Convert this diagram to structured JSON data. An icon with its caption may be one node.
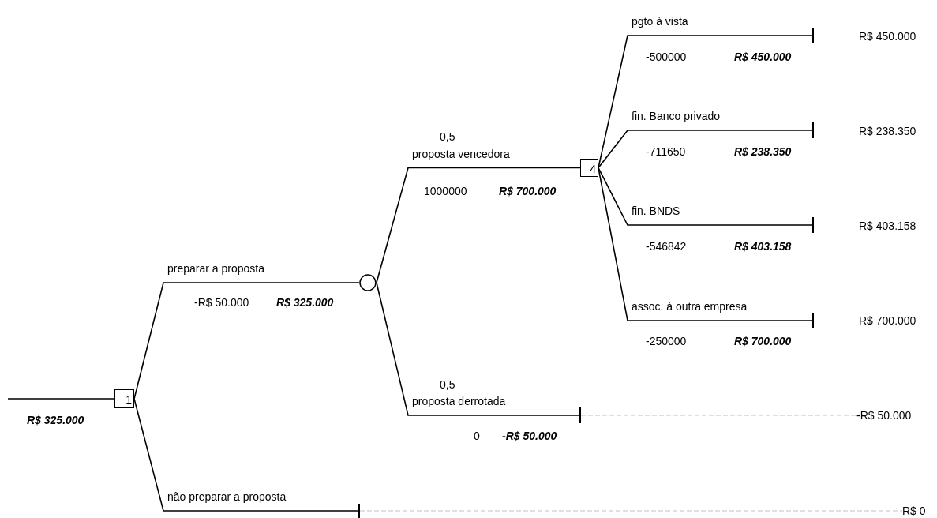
{
  "diagram": {
    "nodes": [
      {
        "text": [
          "1"
        ]
      },
      {
        "text": [],
        "shape": "circle"
      },
      {
        "text": [],
        "shape": "bar"
      },
      {
        "text": [
          "4"
        ]
      },
      {
        "text": [],
        "shape": "bar"
      },
      {
        "text": [],
        "shape": "bar"
      },
      {
        "text": [],
        "shape": "bar"
      },
      {
        "text": [],
        "shape": "bar"
      },
      {
        "text": [],
        "shape": "bar"
      },
      {
        "text": [
          "R$ 450.000"
        ]
      },
      {
        "text": [
          "R$ 238.350"
        ]
      },
      {
        "text": [
          "R$ 403.158"
        ]
      },
      {
        "text": [
          "R$ 700.000"
        ]
      },
      {
        "text": [
          "-R$ 50.000"
        ]
      },
      {
        "text": [
          "R$ 0"
        ]
      }
    ],
    "edges": [
      {
        "from": null,
        "to": 0,
        "arrow": "none"
      },
      {
        "from": 0,
        "to": 1,
        "arrow": "none",
        "label": "preparar a proposta"
      },
      {
        "from": 0,
        "to": 2,
        "arrow": "none",
        "label": "não preparar a proposta"
      },
      {
        "from": 1,
        "to": 3,
        "arrow": "none",
        "label": "proposta vencedora"
      },
      {
        "from": 1,
        "to": 4,
        "arrow": "none",
        "label": "proposta derrotada"
      },
      {
        "from": 3,
        "to": 5,
        "arrow": "none",
        "label": "pgto à vista"
      },
      {
        "from": 3,
        "to": 6,
        "arrow": "none",
        "label": "fin. Banco privado"
      },
      {
        "from": 3,
        "to": 7,
        "arrow": "none",
        "label": "fin. BNDS"
      },
      {
        "from": 3,
        "to": 8,
        "arrow": "none",
        "label": "assoc. à outra empresa"
      },
      {
        "from": 4,
        "to": 13,
        "arrow": "none",
        "style": "dashed",
        "color": "#c0c0c0"
      },
      {
        "from": 2,
        "to": 14,
        "arrow": "none",
        "style": "dashed",
        "color": "#c0c0c0"
      }
    ],
    "labels": [
      "0,5",
      "0,5",
      "-R$ 50.000",
      "R$ 325.000",
      "1000000",
      "R$ 700.000",
      "-500000",
      "R$ 450.000",
      "-711650",
      "R$ 238.350",
      "-546842",
      "R$ 403.158",
      "-250000",
      "R$ 700.000",
      "0",
      "-R$ 50.000",
      "R$ 325.000"
    ]
  }
}
